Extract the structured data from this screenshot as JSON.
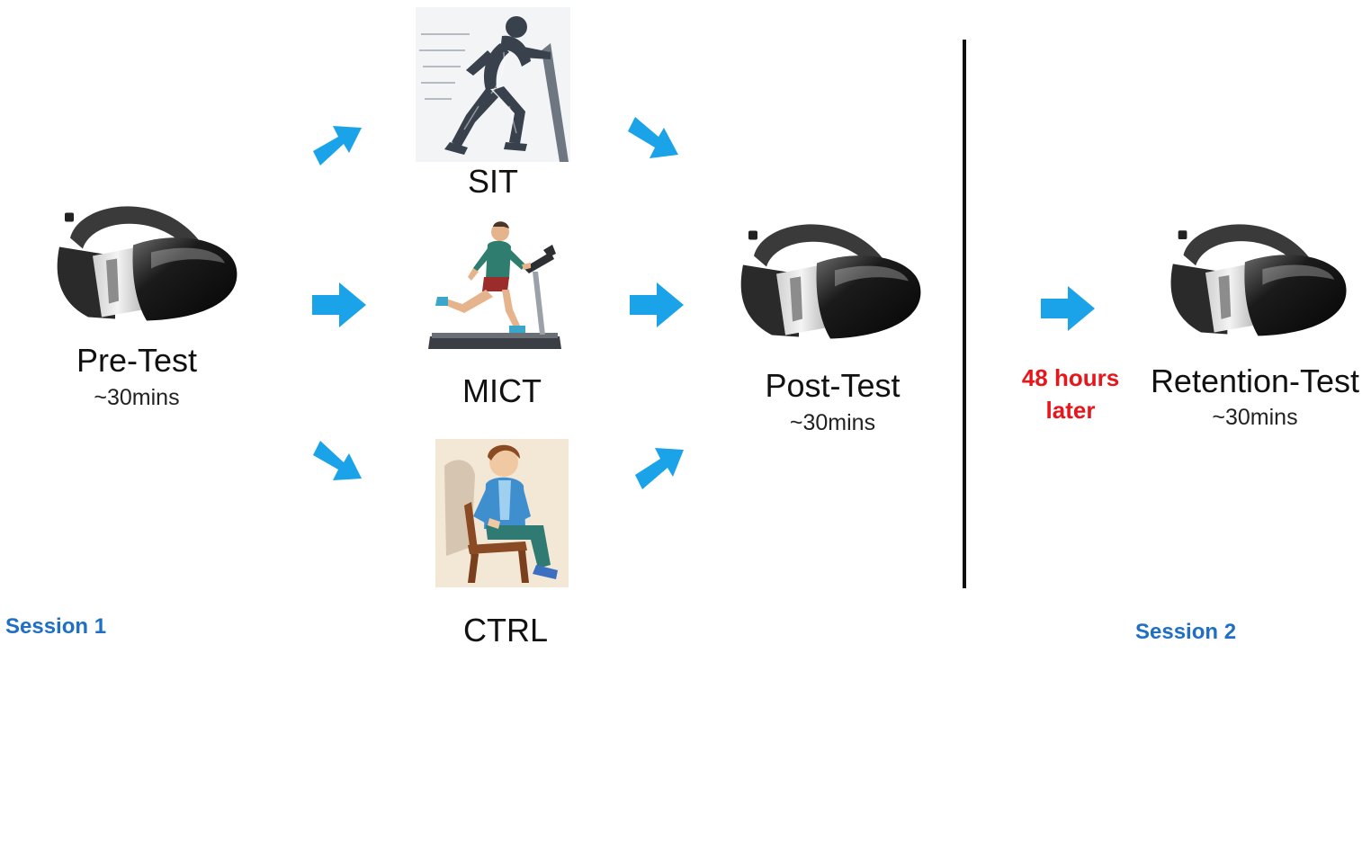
{
  "stages": {
    "pre": {
      "label": "Pre-Test",
      "duration": "~30mins"
    },
    "post": {
      "label": "Post-Test",
      "duration": "~30mins"
    },
    "retention": {
      "label": "Retention-Test",
      "duration": "~30mins"
    }
  },
  "conditions": {
    "sit": {
      "label": "SIT"
    },
    "mict": {
      "label": "MICT"
    },
    "ctrl": {
      "label": "CTRL"
    }
  },
  "delay": {
    "line1": "48 hours",
    "line2": "later"
  },
  "sessions": {
    "session1": "Session 1",
    "session2": "Session 2"
  },
  "colors": {
    "arrow": "#1aa3e8",
    "session": "#1f6fc4",
    "delay": "#e8151b"
  },
  "icons": {
    "headset": "vr-headset-icon",
    "sprinter": "sprinter-illustration",
    "treadmill": "treadmill-runner-illustration",
    "seated": "seated-person-illustration"
  }
}
